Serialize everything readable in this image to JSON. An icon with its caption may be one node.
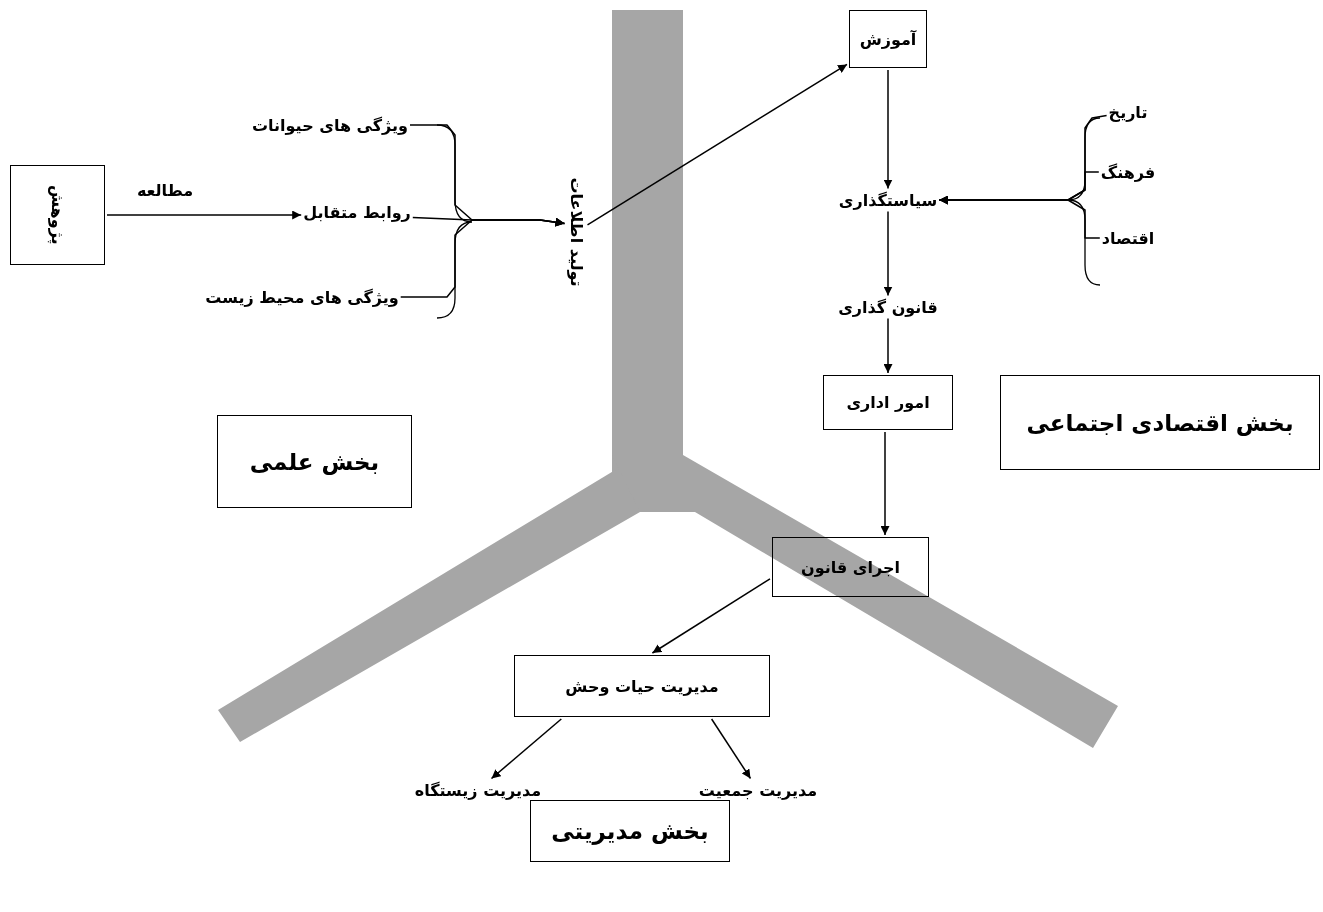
{
  "diagram": {
    "nodes": [
      {
        "text": [
          "پژوهش"
        ]
      },
      {
        "text": [
          "ویژگی های حیوانات"
        ]
      },
      {
        "text": [
          "روابط متقابل"
        ]
      },
      {
        "text": [
          "ویژگی های محیط زیست"
        ]
      },
      {
        "text": [
          "تولید اطلاعات"
        ]
      },
      {
        "text": [
          "آموزش"
        ]
      },
      {
        "text": [
          "سیاستگذاری"
        ]
      },
      {
        "text": [
          "تاریخ"
        ]
      },
      {
        "text": [
          "فرهنگ"
        ]
      },
      {
        "text": [
          "اقتصاد"
        ]
      },
      {
        "text": [
          "قانون گذاری"
        ]
      },
      {
        "text": [
          "امور اداری"
        ]
      },
      {
        "text": [
          "اجرای قانون"
        ]
      },
      {
        "text": [
          "مدیریت حیات وحش"
        ]
      },
      {
        "text": [
          "مدیریت زیستگاه"
        ]
      },
      {
        "text": [
          "مدیریت جمعیت"
        ]
      },
      {
        "text": [
          "بخش علمی"
        ]
      },
      {
        "text": [
          "بخش اقتصادی اجتماعی"
        ]
      },
      {
        "text": [
          "بخش مدیریتی"
        ]
      }
    ],
    "edges": [
      {
        "from": 0,
        "to": 2,
        "arrow": "to",
        "label": "مطالعه"
      },
      {
        "from": 1,
        "to": 4,
        "arrow": "to"
      },
      {
        "from": 2,
        "to": 4,
        "arrow": "to"
      },
      {
        "from": 3,
        "to": 4,
        "arrow": "to"
      },
      {
        "from": 4,
        "to": 5,
        "arrow": "to"
      },
      {
        "from": 5,
        "to": 6,
        "arrow": "to"
      },
      {
        "from": 7,
        "to": 6,
        "arrow": "to"
      },
      {
        "from": 8,
        "to": 6,
        "arrow": "to"
      },
      {
        "from": 9,
        "to": 6,
        "arrow": "to"
      },
      {
        "from": 6,
        "to": 10,
        "arrow": "to"
      },
      {
        "from": 10,
        "to": 11,
        "arrow": "to"
      },
      {
        "from": 11,
        "to": 12,
        "arrow": "to"
      },
      {
        "from": 12,
        "to": 13,
        "arrow": "to"
      },
      {
        "from": 13,
        "to": 14,
        "arrow": "to"
      },
      {
        "from": 13,
        "to": 15,
        "arrow": "to"
      }
    ]
  }
}
